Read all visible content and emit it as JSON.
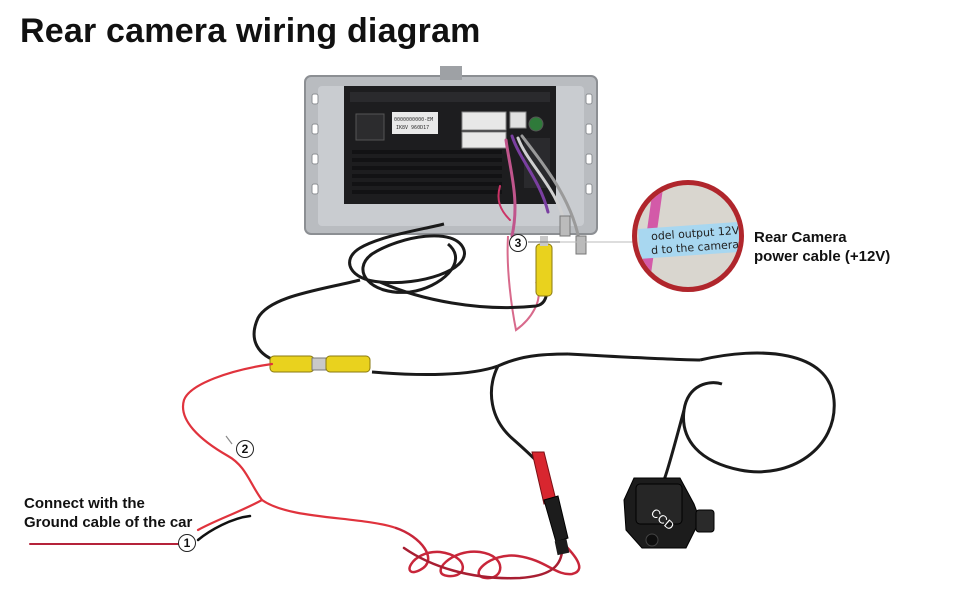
{
  "title": "Rear camera wiring diagram",
  "labels": {
    "camera_power": [
      "Rear Camera",
      "power cable (+12V)"
    ],
    "ground": [
      "Connect with the",
      "Ground cable of the car"
    ]
  },
  "markers": [
    "1",
    "2",
    "3"
  ],
  "callout": {
    "lines": [
      "odel output 12V",
      "d to the camera"
    ]
  },
  "camera_label": "CCD",
  "head_unit_sticker": [
    "0000000000-EM",
    "IK8V 960D17"
  ]
}
